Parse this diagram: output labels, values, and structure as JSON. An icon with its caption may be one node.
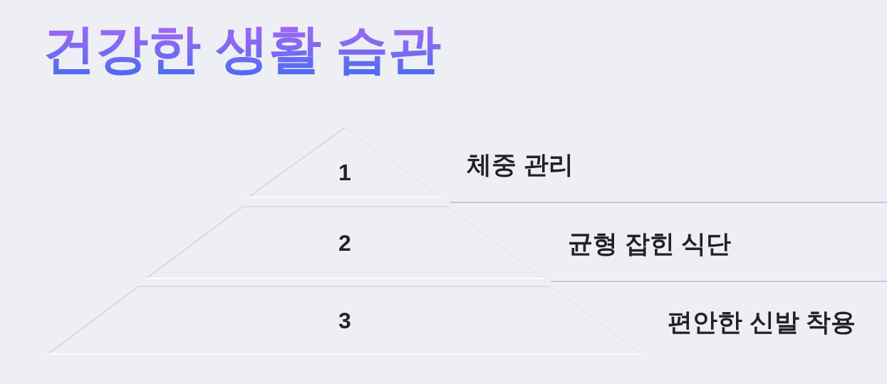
{
  "diagram": {
    "title": "건강한 생활 습관",
    "nodes": [
      {
        "text": [
          "1"
        ],
        "beside": [
          "체중 관리"
        ]
      },
      {
        "text": [
          "2"
        ],
        "beside": [
          "균형 잡힌 식단"
        ]
      },
      {
        "text": [
          "3"
        ],
        "beside": [
          "편안한 신발 착용"
        ]
      }
    ]
  }
}
